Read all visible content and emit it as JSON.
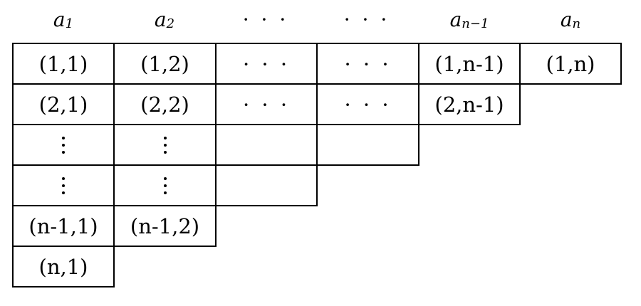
{
  "header": {
    "columns": [
      {
        "symbol": "a",
        "subscript": "1"
      },
      {
        "symbol": "a",
        "subscript": "2"
      },
      {
        "text": "· · ·"
      },
      {
        "text": "· · ·"
      },
      {
        "symbol": "a",
        "subscript": "n−1"
      },
      {
        "symbol": "a",
        "subscript": "n"
      }
    ]
  },
  "rows": [
    [
      "(1,1)",
      "(1,2)",
      "· · ·",
      "· · ·",
      "(1,n-1)",
      "(1,n)"
    ],
    [
      "(2,1)",
      "(2,2)",
      "· · ·",
      "· · ·",
      "(2,n-1)"
    ],
    [
      "vdots",
      "vdots",
      "",
      ""
    ],
    [
      "vdots",
      "vdots",
      ""
    ],
    [
      "(n-1,1)",
      "(n-1,2)"
    ],
    [
      "(n,1)"
    ]
  ],
  "colors": {
    "line": "#000000",
    "background": "#ffffff"
  }
}
